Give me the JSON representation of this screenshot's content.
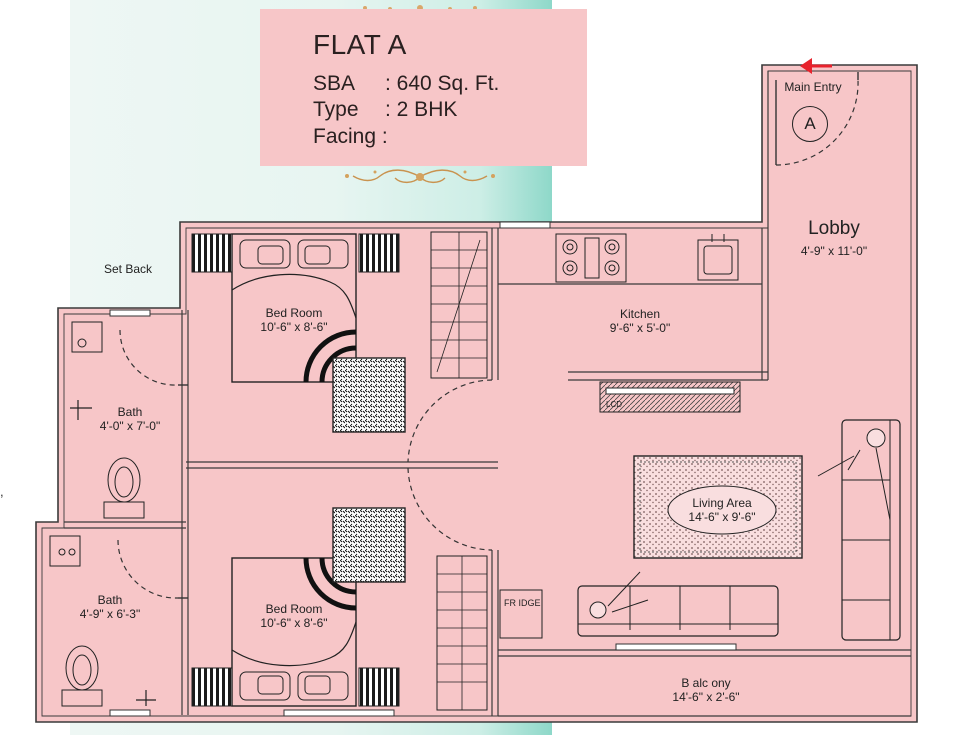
{
  "info": {
    "title": "FLAT A",
    "sba_label": "SBA",
    "sba_value": ": 640 Sq. Ft.",
    "type_label": "Type",
    "type_value": ": 2 BHK",
    "facing_label": "Facing :"
  },
  "labels": {
    "set_back": "Set Back",
    "main_entry": "Main Entry",
    "flat_marker": "A",
    "lobby_name": "Lobby",
    "lobby_dim": "4'-9\" x 11'-0\"",
    "bedroom1_name": "Bed Room",
    "bedroom1_dim": "10'-6\" x 8'-6\"",
    "bedroom2_name": "Bed Room",
    "bedroom2_dim": "10'-6\" x 8'-6\"",
    "bath1_name": "Bath",
    "bath1_dim": "4'-0\" x 7'-0\"",
    "bath2_name": "Bath",
    "bath2_dim": "4'-9\" x 6'-3\"",
    "kitchen_name": "Kitchen",
    "kitchen_dim": "9'-6\" x 5'-0\"",
    "living_name": "Living Area",
    "living_dim": "14'-6\" x 9'-6\"",
    "balcony_name": "B alc ony",
    "balcony_dim": "14'-6\" x 2'-6\"",
    "fridge": "FR IDGE",
    "lcd": "LCD",
    "edge_mark": ","
  },
  "colors": {
    "floor": "#f7c6c8",
    "wall": "#3a3a3a",
    "entry_arrow": "#e8222c",
    "band": "#cdeee6"
  }
}
